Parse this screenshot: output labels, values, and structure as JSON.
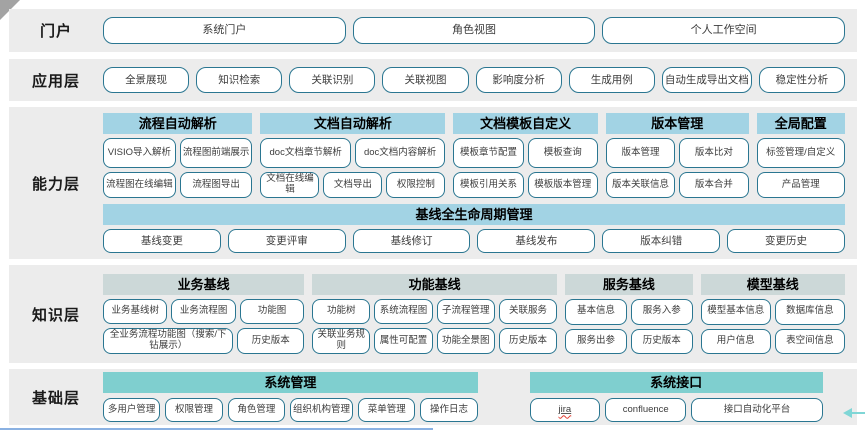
{
  "portal": {
    "label": "门户",
    "items": [
      "系统门户",
      "角色视图",
      "个人工作空间"
    ]
  },
  "application": {
    "label": "应用层",
    "items": [
      "全景展现",
      "知识检索",
      "关联识别",
      "关联视图",
      "影响度分析",
      "生成用例",
      "自动生成导出文档",
      "稳定性分析"
    ]
  },
  "capability": {
    "label": "能力层",
    "groups": [
      {
        "title": "流程自动解析",
        "rows": [
          [
            "VISIO导入解析",
            "流程图前端展示"
          ],
          [
            "流程图在线编辑",
            "流程图导出"
          ]
        ]
      },
      {
        "title": "文档自动解析",
        "rows": [
          [
            "doc文档章节解析",
            "doc文档内容解析"
          ],
          [
            "文档在线编辑",
            "文档导出",
            "权限控制"
          ]
        ]
      },
      {
        "title": "文档模板自定义",
        "rows": [
          [
            "模板章节配置",
            "模板查询"
          ],
          [
            "模板引用关系",
            "模板版本管理"
          ]
        ]
      },
      {
        "title": "版本管理",
        "rows": [
          [
            "版本管理",
            "版本比对"
          ],
          [
            "版本关联信息",
            "版本合并"
          ]
        ]
      },
      {
        "title": "全局配置",
        "rows": [
          [
            "标签管理/自定义"
          ],
          [
            "产品管理"
          ]
        ]
      }
    ],
    "baseline": {
      "title": "基线全生命周期管理",
      "items": [
        "基线变更",
        "变更评审",
        "基线修订",
        "基线发布",
        "版本纠错",
        "变更历史"
      ]
    }
  },
  "knowledge": {
    "label": "知识层",
    "groups": [
      {
        "title": "业务基线",
        "rows": [
          [
            "业务基线树",
            "业务流程图",
            "功能图"
          ],
          [
            "全业务流程功能图（搜索/下钻展示）",
            "历史版本"
          ]
        ]
      },
      {
        "title": "功能基线",
        "rows": [
          [
            "功能树",
            "系统流程图",
            "子流程管理",
            "关联服务"
          ],
          [
            "关联业务规则",
            "属性可配置",
            "功能全景图",
            "历史版本"
          ]
        ]
      },
      {
        "title": "服务基线",
        "rows": [
          [
            "基本信息",
            "服务入参"
          ],
          [
            "服务出参",
            "历史版本"
          ]
        ]
      },
      {
        "title": "模型基线",
        "rows": [
          [
            "模型基本信息",
            "数据库信息"
          ],
          [
            "用户信息",
            "表空间信息"
          ]
        ]
      }
    ]
  },
  "foundation": {
    "label": "基础层",
    "groups": [
      {
        "title": "系统管理",
        "items": [
          "多用户管理",
          "权限管理",
          "角色管理",
          "组织机构管理",
          "菜单管理",
          "操作日志"
        ]
      },
      {
        "title": "系统接口",
        "items": [
          "jira",
          "confluence",
          "接口自动化平台"
        ]
      }
    ]
  },
  "colors": {
    "group_header_blue": "#a2d3e4",
    "group_header_gray": "#ccd8d8",
    "group_header_teal": "#7fcfcf",
    "button_border": "#2a7691",
    "row_background": "#ececec",
    "arrow_teal": "#7fd6d6",
    "bottom_line_blue": "#8ab1e2",
    "jira_spellcheck_red": "#e03c31"
  }
}
